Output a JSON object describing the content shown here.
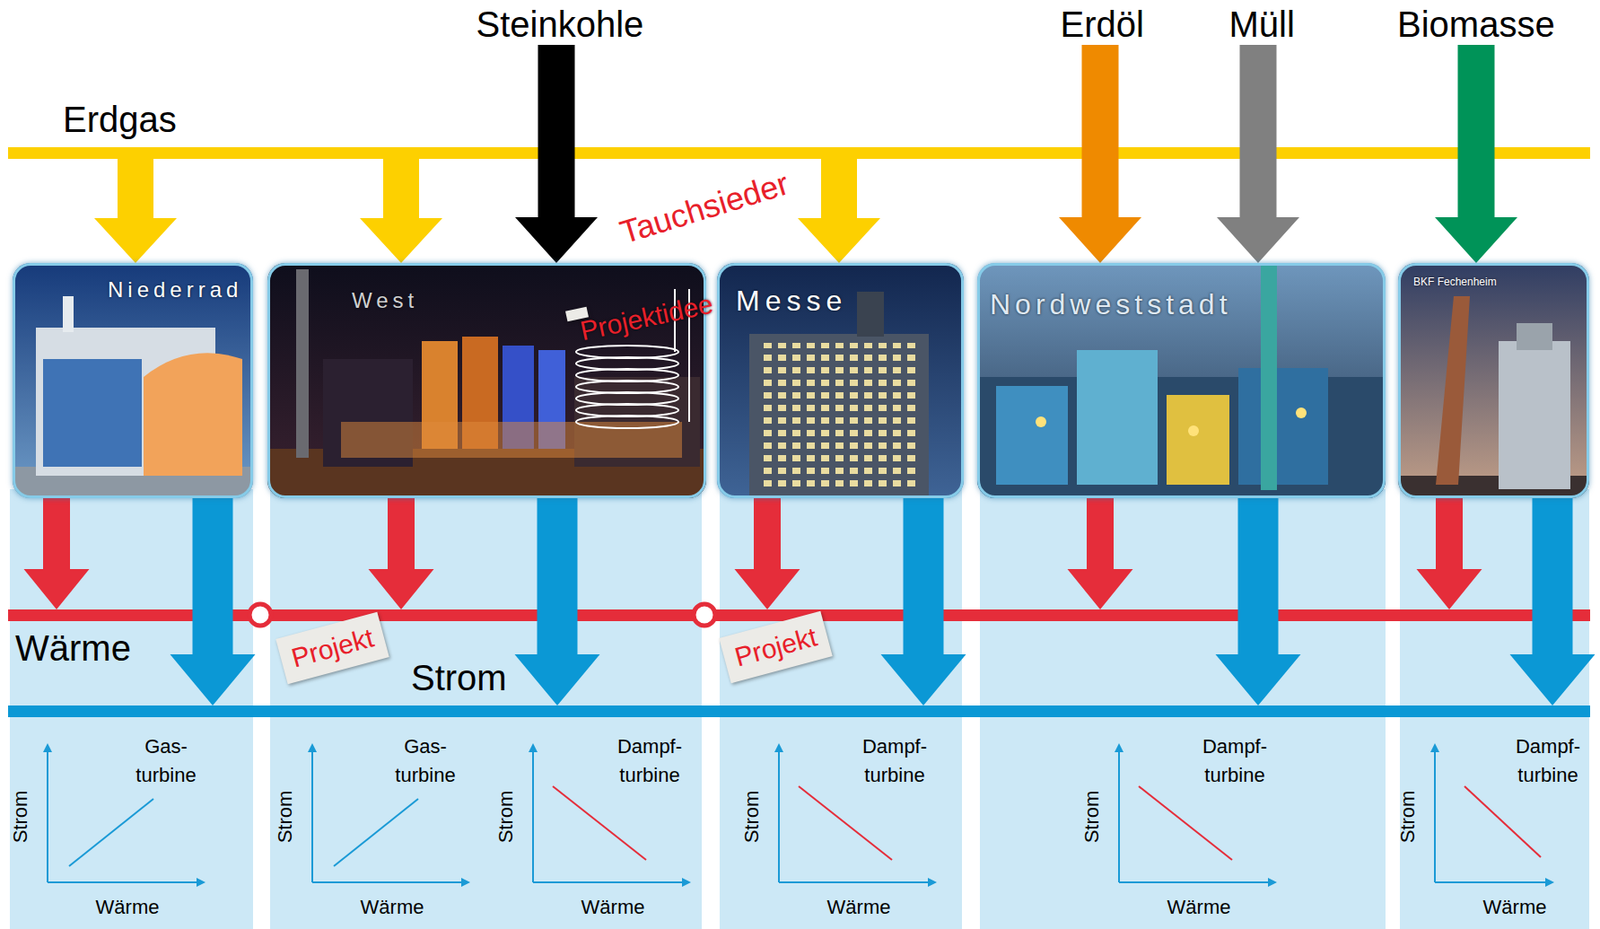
{
  "diagram": {
    "nodes": [
      {
        "text": [
          "Steinkohle"
        ]
      },
      {
        "text": [
          "Erdöl"
        ]
      },
      {
        "text": [
          "Müll"
        ]
      },
      {
        "text": [
          "Biomasse"
        ]
      },
      {
        "text": [
          "Erdgas"
        ]
      },
      {
        "text": [
          "Niederrad"
        ]
      },
      {
        "text": [
          "West"
        ]
      },
      {
        "text": [
          "Projektidee"
        ],
        "in": 6
      },
      {
        "text": [
          "Messe"
        ]
      },
      {
        "text": [
          "Nordweststadt"
        ]
      },
      {
        "text": [
          "BKF Fechenheim"
        ]
      },
      {
        "text": [
          "Wärme"
        ]
      },
      {
        "text": [
          "Projekt"
        ]
      },
      {
        "text": [
          "Projekt"
        ]
      },
      {
        "text": [
          "Strom"
        ]
      }
    ],
    "edges": [
      {
        "from": 4,
        "to": 5,
        "arrow": "to"
      },
      {
        "from": 4,
        "to": 6,
        "arrow": "to"
      },
      {
        "from": 0,
        "to": 6,
        "arrow": "to"
      },
      {
        "from": 4,
        "to": 8,
        "arrow": "to"
      },
      {
        "from": 1,
        "to": 9,
        "arrow": "to"
      },
      {
        "from": 2,
        "to": 9,
        "arrow": "to"
      },
      {
        "from": 3,
        "to": 10,
        "arrow": "to"
      },
      {
        "from": 5,
        "to": 11,
        "arrow": "to"
      },
      {
        "from": 6,
        "to": 11,
        "arrow": "to"
      },
      {
        "from": 8,
        "to": 11,
        "arrow": "to"
      },
      {
        "from": 9,
        "to": 11,
        "arrow": "to"
      },
      {
        "from": 10,
        "to": 11,
        "arrow": "to"
      },
      {
        "from": 5,
        "to": 14,
        "arrow": "to"
      },
      {
        "from": 6,
        "to": 14,
        "arrow": "to"
      },
      {
        "from": 8,
        "to": 14,
        "arrow": "to"
      },
      {
        "from": 9,
        "to": 14,
        "arrow": "to"
      },
      {
        "from": 10,
        "to": 14,
        "arrow": "to"
      }
    ],
    "labels": [
      "Tauchsieder",
      "Gas- turbine",
      "Strom",
      "Wärme",
      "Gas- turbine",
      "Strom",
      "Wärme",
      "Dampf- turbine",
      "Strom",
      "Wärme",
      "Dampf- turbine",
      "Strom",
      "Wärme",
      "Dampf- turbine",
      "Strom",
      "Wärme",
      "Dampf- turbine",
      "Strom",
      "Wärme"
    ]
  }
}
